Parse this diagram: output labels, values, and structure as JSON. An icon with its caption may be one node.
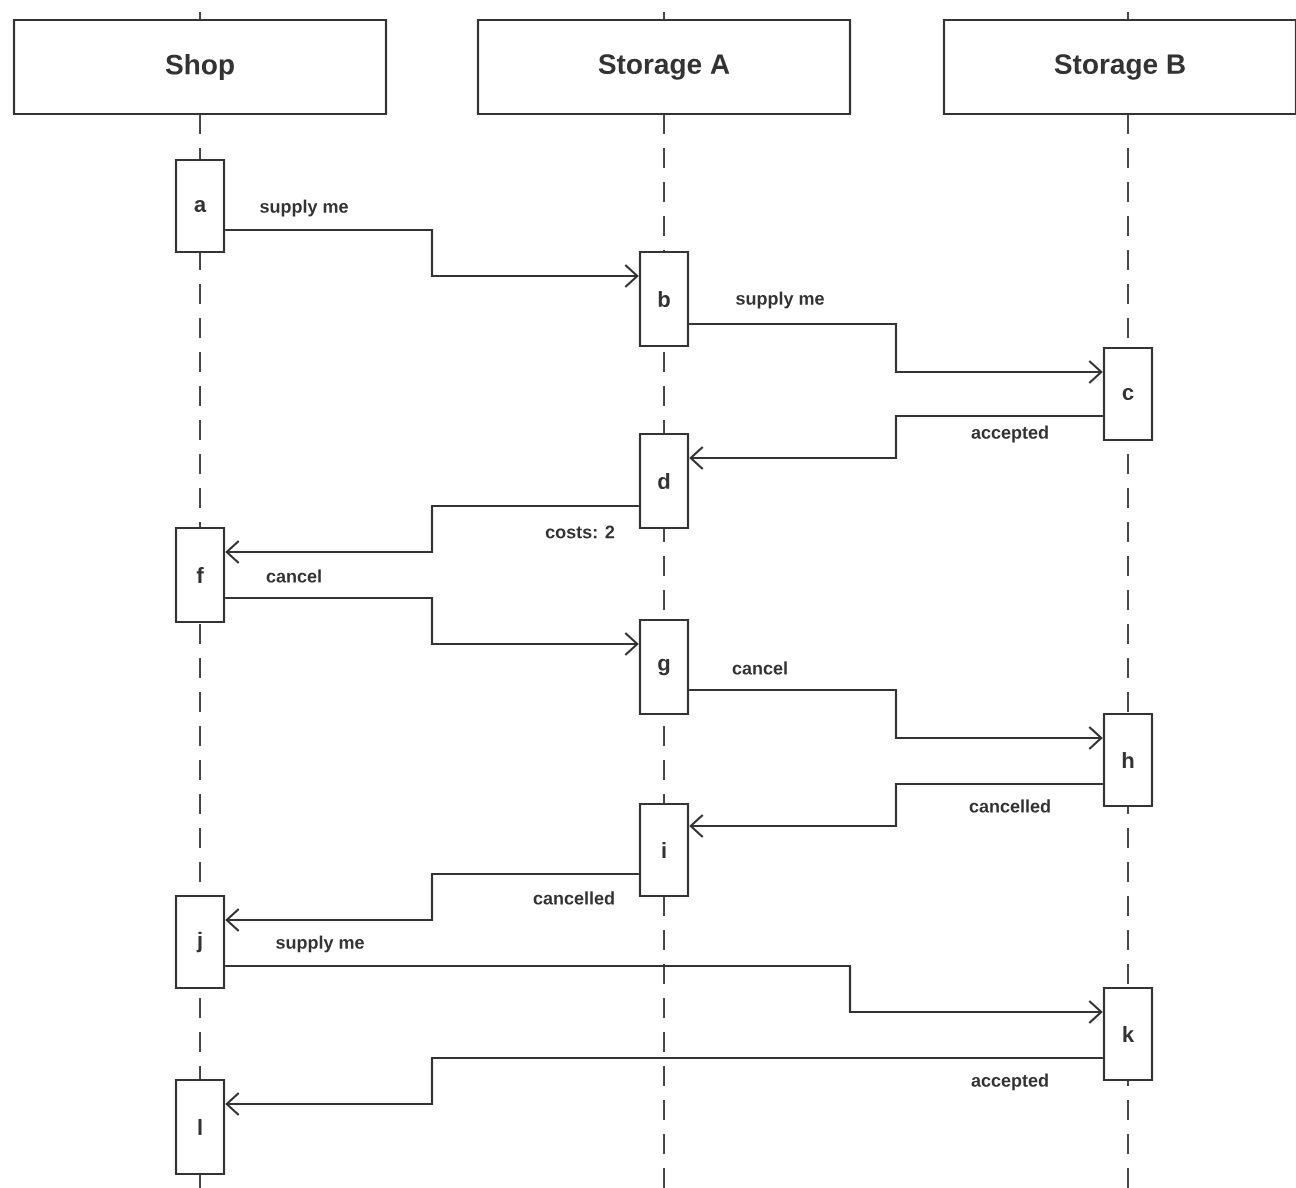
{
  "diagram": {
    "nodes": [
      {
        "text": [
          "Shop"
        ]
      },
      {
        "text": [
          "Storage A"
        ]
      },
      {
        "text": [
          "Storage B"
        ]
      },
      {
        "text": [
          "a"
        ]
      },
      {
        "text": [
          "b"
        ]
      },
      {
        "text": [
          "c"
        ]
      },
      {
        "text": [
          "d"
        ]
      },
      {
        "text": [
          "f"
        ]
      },
      {
        "text": [
          "g"
        ]
      },
      {
        "text": [
          "h"
        ]
      },
      {
        "text": [
          "i"
        ]
      },
      {
        "text": [
          "j"
        ]
      },
      {
        "text": [
          "k"
        ]
      },
      {
        "text": [
          "l"
        ]
      }
    ],
    "edges": [
      {
        "from": 3,
        "to": 4,
        "arrow": "to",
        "label": "supply me"
      },
      {
        "from": 4,
        "to": 5,
        "arrow": "to",
        "label": "supply me"
      },
      {
        "from": 5,
        "to": 6,
        "arrow": "to",
        "label": "accepted"
      },
      {
        "from": 6,
        "to": 7,
        "arrow": "to",
        "label": "costs: 2"
      },
      {
        "from": 7,
        "to": 8,
        "arrow": "to",
        "label": "cancel"
      },
      {
        "from": 8,
        "to": 9,
        "arrow": "to",
        "label": "cancel"
      },
      {
        "from": 9,
        "to": 10,
        "arrow": "to",
        "label": "cancelled"
      },
      {
        "from": 10,
        "to": 11,
        "arrow": "to",
        "label": "cancelled"
      },
      {
        "from": 11,
        "to": 12,
        "arrow": "to",
        "label": "supply me"
      },
      {
        "from": 12,
        "to": 13,
        "arrow": "to",
        "label": "accepted"
      }
    ]
  }
}
